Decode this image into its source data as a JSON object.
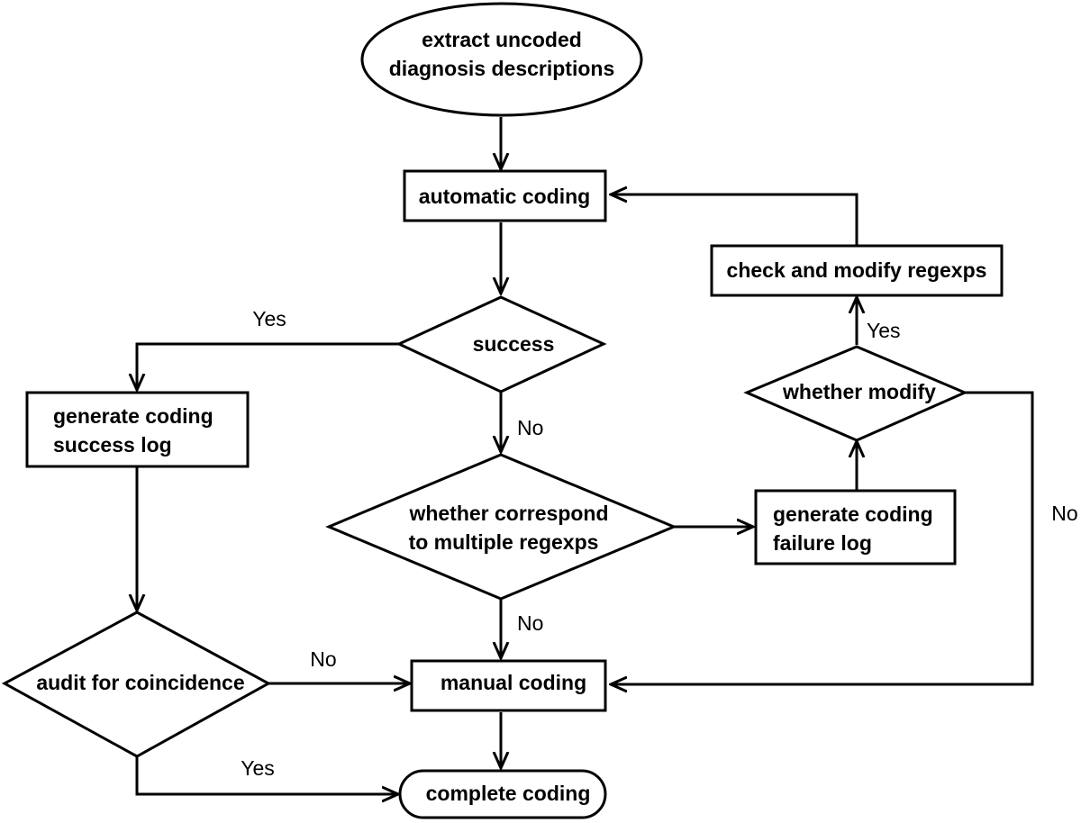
{
  "nodes": {
    "start": {
      "line1": "extract uncoded",
      "line2": "diagnosis descriptions"
    },
    "auto": {
      "label": "automatic coding"
    },
    "check": {
      "label": "check and modify regexps"
    },
    "success": {
      "label": "success"
    },
    "gensuccess": {
      "line1": "generate coding",
      "line2": "success log"
    },
    "whethermodify": {
      "label": "whether modify"
    },
    "correspond": {
      "line1": "whether correspond",
      "line2": "to multiple regexps"
    },
    "genfailure": {
      "line1": "generate coding",
      "line2": "failure log"
    },
    "audit": {
      "label": "audit for coincidence"
    },
    "manual": {
      "label": "manual coding"
    },
    "complete": {
      "label": "complete coding"
    }
  },
  "edges": {
    "success_yes": "Yes",
    "success_no": "No",
    "modify_yes": "Yes",
    "modify_no": "No",
    "correspond_no": "No",
    "audit_no": "No",
    "audit_yes": "Yes"
  }
}
